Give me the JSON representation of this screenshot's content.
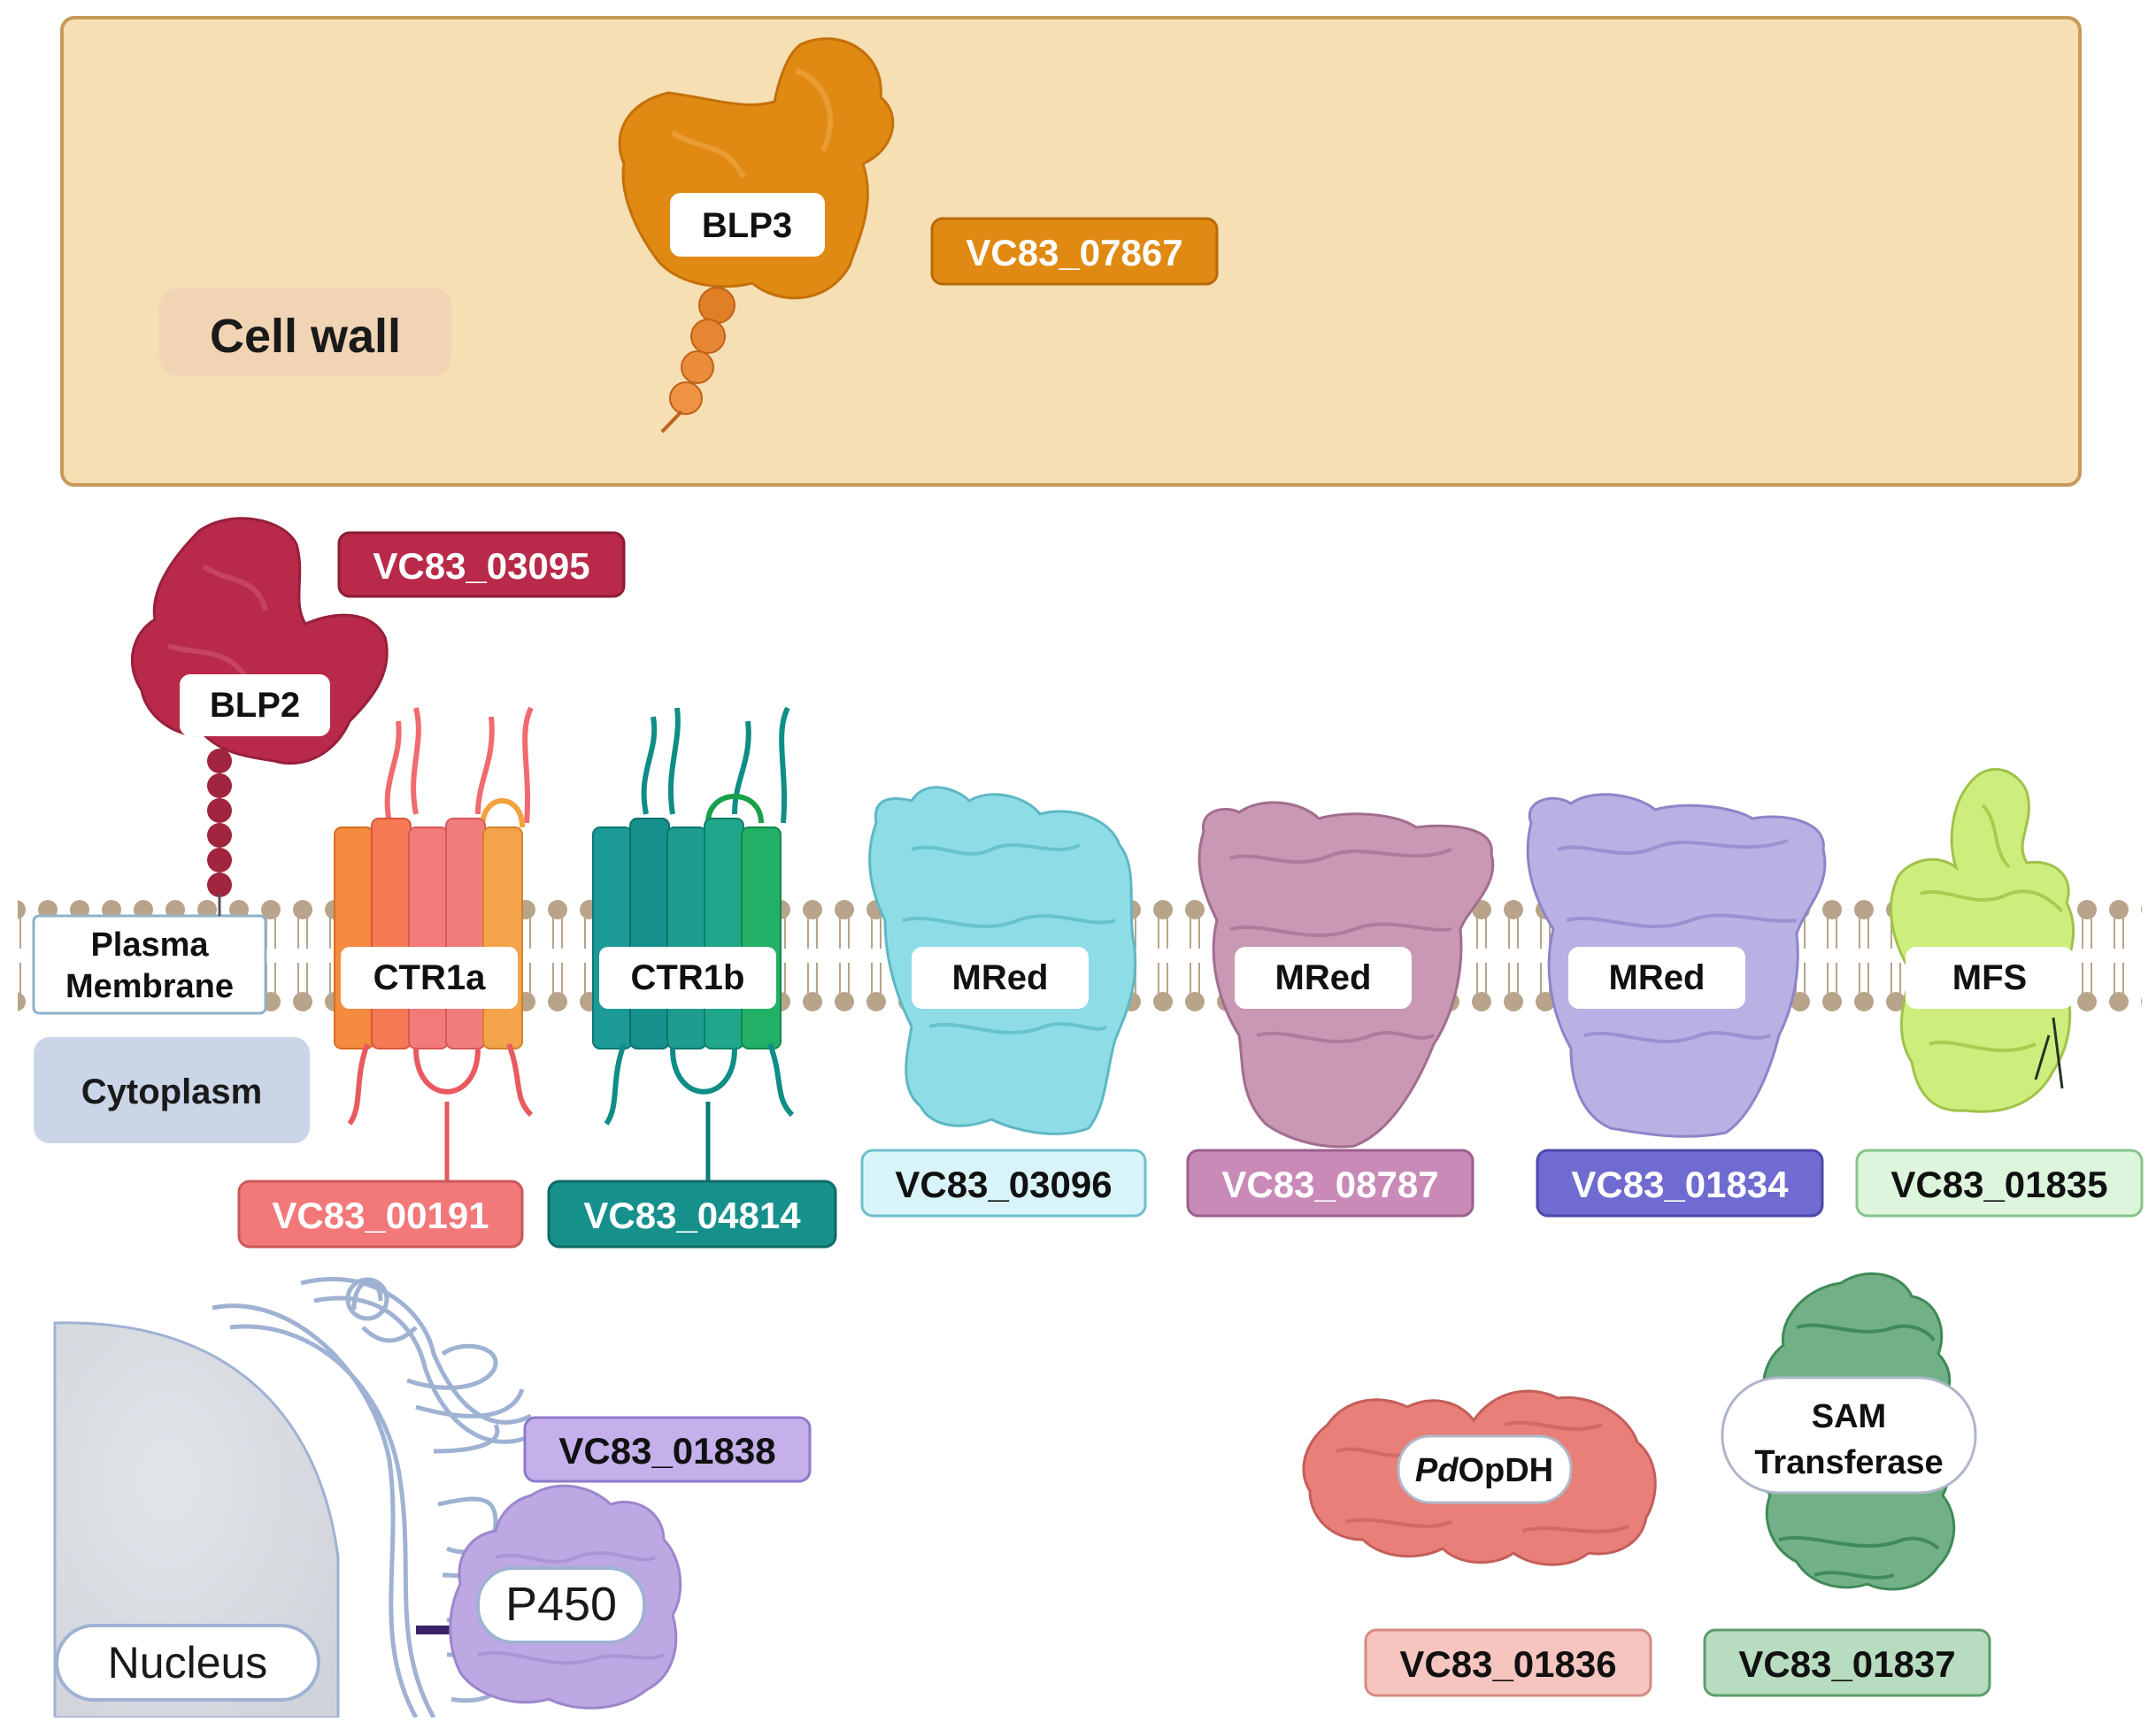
{
  "compartments": {
    "cell_wall": "Cell wall",
    "plasma_membrane_line1": "Plasma",
    "plasma_membrane_line2": "Membrane",
    "cytoplasm": "Cytoplasm",
    "nucleus": "Nucleus"
  },
  "proteins": {
    "blp3": {
      "name": "BLP3",
      "gene": "VC83_07867",
      "color": "#E08A14"
    },
    "blp2": {
      "name": "BLP2",
      "gene": "VC83_03095",
      "color": "#B8294A"
    },
    "ctr1a": {
      "name": "CTR1a",
      "gene": "VC83_00191",
      "color": "#F2787A"
    },
    "ctr1b": {
      "name": "CTR1b",
      "gene": "VC83_04814",
      "color": "#16908A"
    },
    "mred1": {
      "name": "MRed",
      "gene": "VC83_03096",
      "color": "#7ED6E0"
    },
    "mred2": {
      "name": "MRed",
      "gene": "VC83_08787",
      "color": "#C98AB8"
    },
    "mred3": {
      "name": "MRed",
      "gene": "VC83_01834",
      "color": "#6F6BD0"
    },
    "mfs": {
      "name": "MFS",
      "gene": "VC83_01835",
      "color": "#C8EE70"
    },
    "p450": {
      "name": "P450",
      "gene": "VC83_01838",
      "color": "#B9A3E0"
    },
    "pdopdh": {
      "name_italic": "Pd",
      "name_rest": "OpDH",
      "gene": "VC83_01836",
      "color": "#E87872"
    },
    "sam": {
      "name_line1": "SAM",
      "name_line2": "Transferase",
      "gene": "VC83_01837",
      "color": "#6FAE80"
    }
  }
}
